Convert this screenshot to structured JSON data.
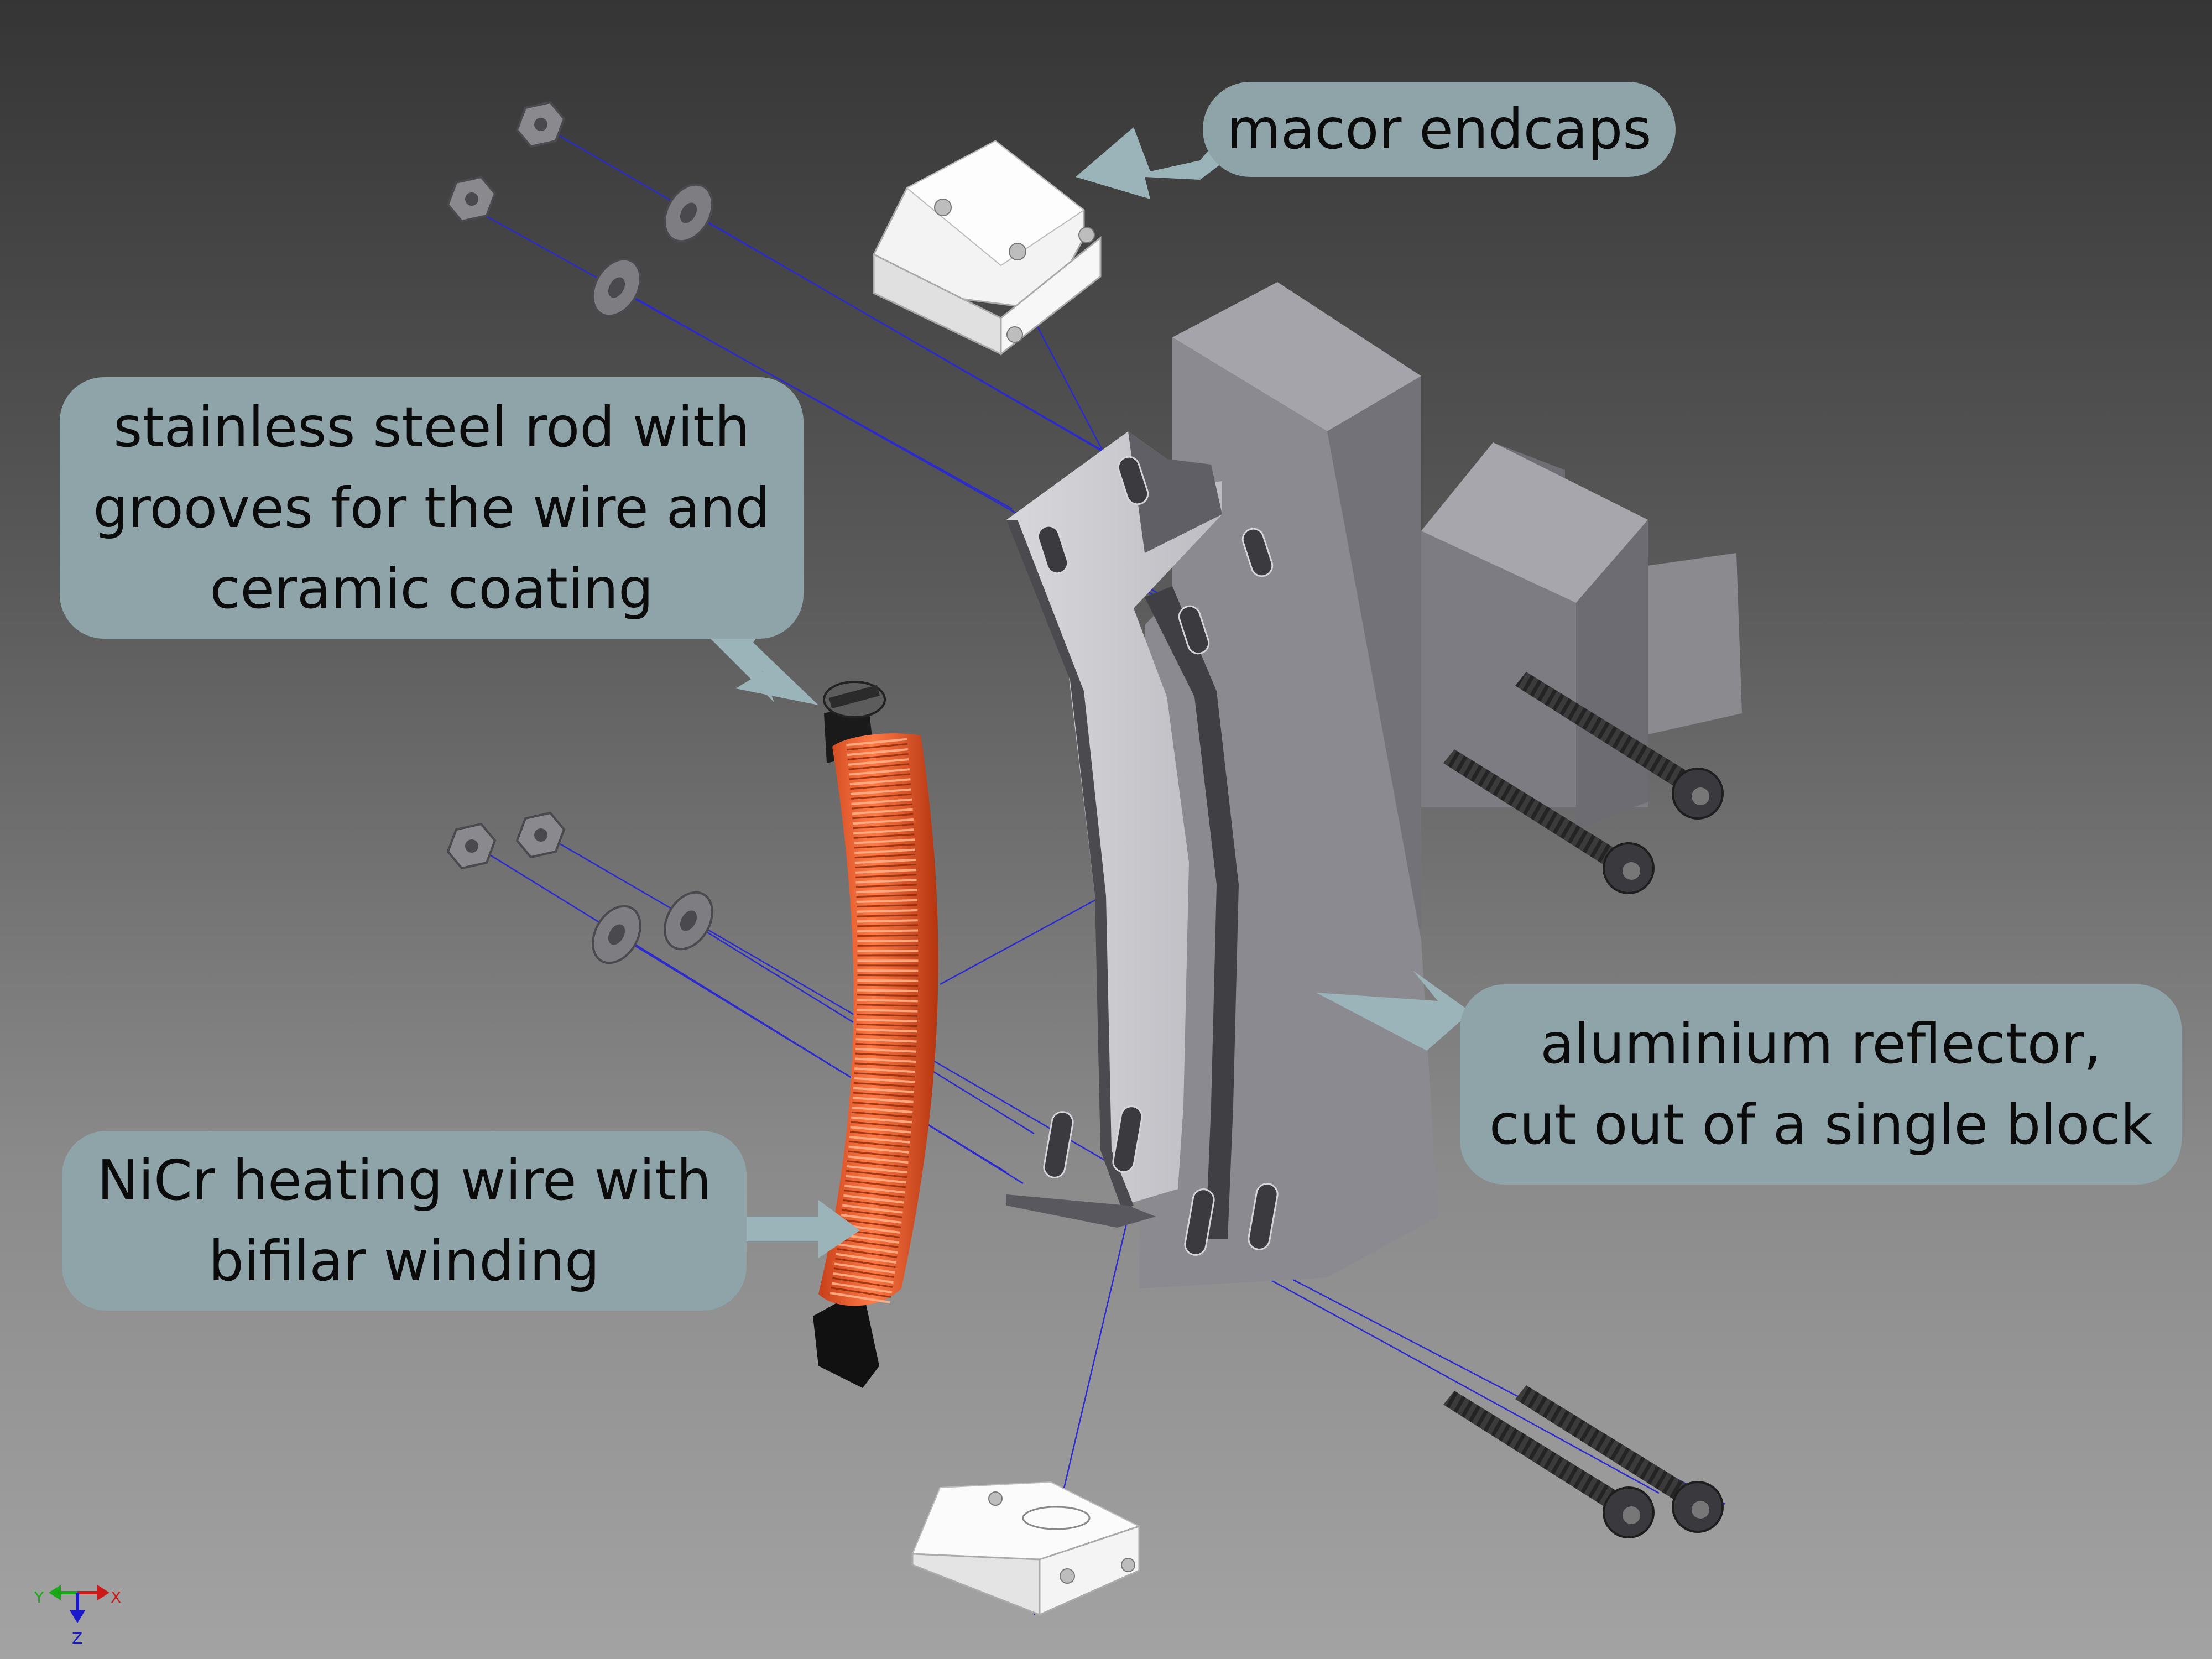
{
  "callouts": {
    "macor": {
      "text": "macor endcaps"
    },
    "rod": {
      "line1": "stainless steel rod with",
      "line2": "grooves for the wire and",
      "line3": "ceramic coating"
    },
    "wire": {
      "line1": "NiCr heating wire with",
      "line2": "bifilar winding"
    },
    "reflector": {
      "line1": "aluminium reflector,",
      "line2": "cut out of a single block"
    }
  },
  "axis_triad": {
    "x": "X",
    "y": "Y",
    "z": "Z"
  },
  "colors": {
    "callout_bg": "#8ea4a8",
    "callout_arrow": "#9bb4b9",
    "coil": "#ec5a2c",
    "leader_lines": "#2a2ad0"
  }
}
